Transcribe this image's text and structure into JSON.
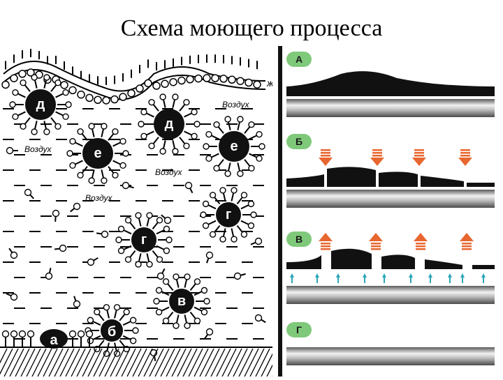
{
  "slide": {
    "title": "Схема моющего процесса"
  },
  "left_diagram": {
    "phase_letter": "ж",
    "air_label": "Воздух",
    "particle_labels": [
      "д",
      "е",
      "д",
      "е",
      "г",
      "г",
      "в",
      "б",
      "а"
    ]
  },
  "right_diagram": {
    "stages": [
      {
        "letter": "А"
      },
      {
        "letter": "Б"
      },
      {
        "letter": "В"
      },
      {
        "letter": "Г"
      }
    ],
    "colors": {
      "badge": "#7fc97a",
      "arrow": "#e8662f",
      "water_arrow": "#2aa6b8",
      "dirt": "#111111"
    }
  }
}
